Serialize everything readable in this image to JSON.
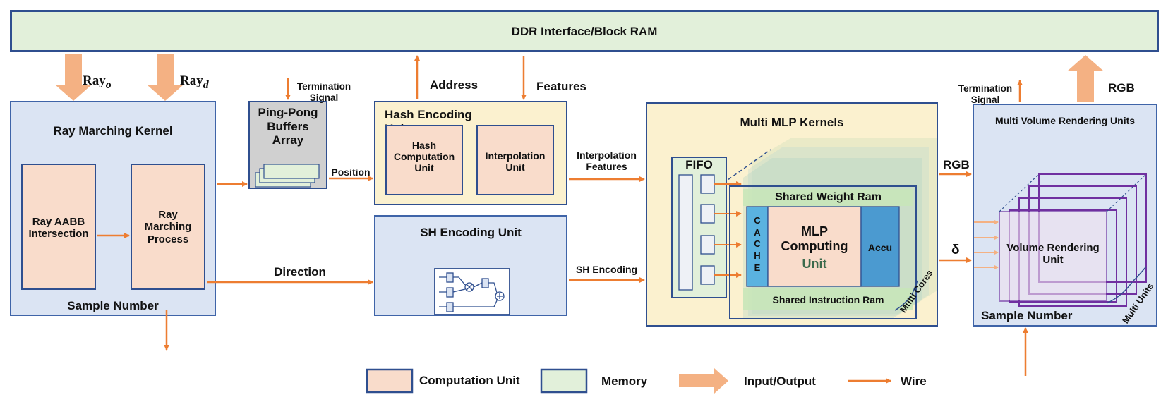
{
  "ddr": "DDR Interface/Block RAM",
  "ray_o": "Ray",
  "ray_o_sub": "o",
  "ray_d": "Ray",
  "ray_d_sub": "d",
  "termination_signal_1": "Termination\nSignal",
  "termination_signal_2": "Termination\nSignal",
  "address": "Address",
  "features": "Features",
  "rgb_out": "RGB",
  "ray_marching_kernel": {
    "title": "Ray Marching Kernel",
    "aabb": "Ray AABB\nIntersection",
    "process": "Ray\nMarching\nProcess",
    "sample_number": "Sample Number"
  },
  "ping_pong": "Ping-Pong\nBuffers\nArray",
  "position": "Position",
  "direction": "Direction",
  "hash_unit": {
    "title": "Hash Encoding Unit",
    "hash_comp": "Hash\nComputation\nUnit",
    "interp": "Interpolation\nUnit"
  },
  "sh_unit": {
    "title": "SH Encoding Unit"
  },
  "interpolation_features": "Interpolation\nFeatures",
  "sh_encoding": "SH Encoding",
  "mlp": {
    "title": "Multi MLP Kernels",
    "fifo": "FIFO",
    "shared_weight": "Shared Weight Ram",
    "cache": "C\nA\nC\nH\nE",
    "computing_1": "MLP\nComputing",
    "computing_2": "Unit",
    "accu": "Accu",
    "shared_instr": "Shared Instruction Ram",
    "multi_cores": "Multi Cores"
  },
  "rgb_mid": "RGB",
  "delta": "δ",
  "vr": {
    "title": "Multi Volume Rendering Units",
    "unit": "Volume Rendering\nUnit",
    "multi_units": "Multi Units",
    "sample_number": "Sample Number"
  },
  "legend": {
    "computation": "Computation Unit",
    "memory": "Memory",
    "io": "Input/Output",
    "wire": "Wire"
  },
  "colors": {
    "wire": "#ed7d31",
    "io": "#f4b183",
    "computation": "#f9dccb",
    "memory": "#e2f0da",
    "blue_panel": "#dbe4f3",
    "yellow_panel": "#fbf1cf",
    "border": "#2f4f8f",
    "purple": "#7030a0"
  }
}
